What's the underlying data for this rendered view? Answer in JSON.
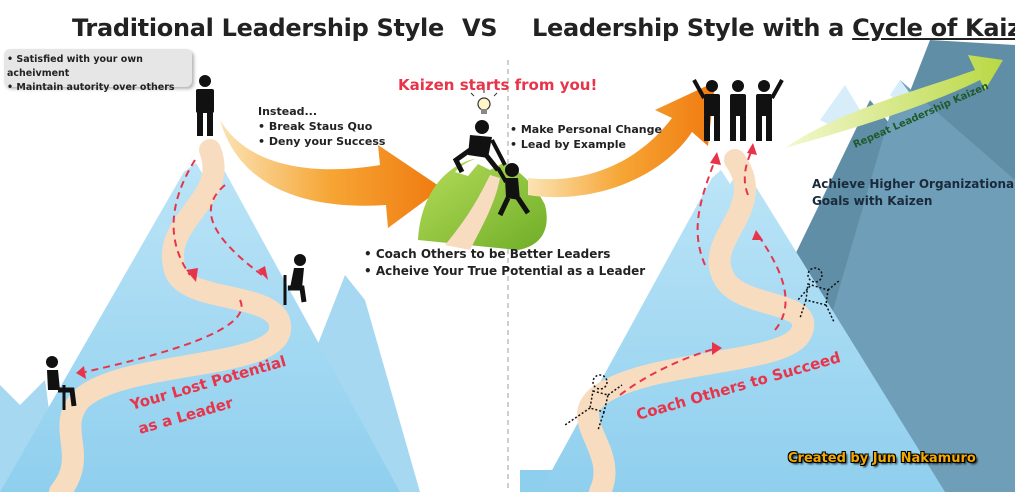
{
  "titles": {
    "left": "Traditional Leadership Style",
    "vs": "VS",
    "right_prefix": "Leadership Style with a ",
    "right_underlined": "Cycle of Kaizen"
  },
  "callout": {
    "line1": "• Satisfied with your own acheivment",
    "line2": "• Maintain autority over others"
  },
  "instead": {
    "heading": "Instead...",
    "item1": "• Break Staus Quo",
    "item2": "• Deny your Success"
  },
  "kaizen_start": "Kaizen starts from you!",
  "personal": {
    "item1": "• Make Personal Change",
    "item2": "• Lead by Example"
  },
  "coach": {
    "item1": "• Coach Others to be Better Leaders",
    "item2": "• Acheive Your True Potential as a Leader"
  },
  "lost_potential": {
    "line1": "Your Lost Potential",
    "line2": "as a Leader"
  },
  "coach_succeed": "Coach Others to Succeed",
  "repeat": "Repeat Leadership Kaizen",
  "achieve": {
    "line1": "Achieve Higher Organizational",
    "line2": "Goals with Kaizen"
  },
  "credit": "Created by Jun Nakamuro",
  "colors": {
    "mountain": "#8fcfee",
    "mountain_dark": "#6aaed6",
    "mountain_far": "#5f8ea6",
    "path": "#f8dcc0",
    "arrow_red": "#e8344a",
    "orange": "#f28a1a",
    "green": "#8cc63f",
    "lime": "#c8e15a"
  },
  "icons": [
    "person-icon",
    "lightbulb-icon",
    "climbers-icon"
  ]
}
